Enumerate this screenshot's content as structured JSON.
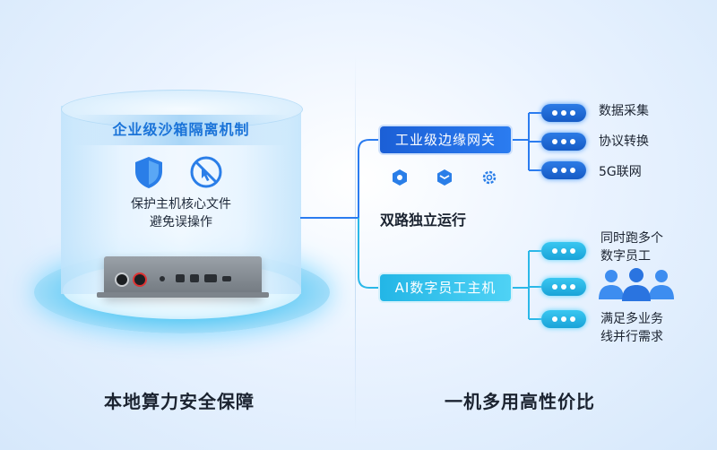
{
  "left": {
    "badge_title": "企业级沙箱隔离机制",
    "protect_line1": "保护主机核心文件",
    "protect_line2": "避免误操作",
    "caption": "本地算力安全保障"
  },
  "right": {
    "center_label": "双路独立运行",
    "gateway_node": "工业级边缘网关",
    "gateway_features": [
      "数据采集",
      "协议转换",
      "5G联网"
    ],
    "ai_node": "AI数字员工主机",
    "ai_feature_1": "同时跑多个\n数字员工",
    "ai_feature_1_line1": "同时跑多个",
    "ai_feature_1_line2": "数字员工",
    "ai_feature_2_line1": "满足多业务",
    "ai_feature_2_line2": "线并行需求",
    "caption": "一机多用高性价比"
  },
  "icons": {
    "left": [
      "shield-icon",
      "no-click-icon"
    ],
    "gateway": [
      "hexagon-icon",
      "box-icon",
      "gear-icon"
    ],
    "ai": [
      "people-icon"
    ]
  },
  "colors": {
    "primary_blue": "#1b5fd6",
    "cyan": "#23b6e6",
    "text_dark": "#1b2330"
  }
}
